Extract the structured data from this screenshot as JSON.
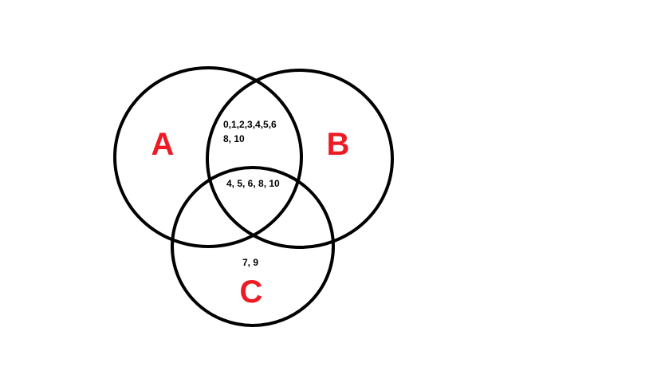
{
  "colors": {
    "outline": "#000000",
    "set_label": "#ed1c24",
    "region_text": "#000000",
    "background": "#ffffff"
  },
  "sets": [
    {
      "label": "A"
    },
    {
      "label": "B"
    },
    {
      "label": "C"
    }
  ],
  "regions": {
    "a_and_b": {
      "line_1": "0,1,2,3,4,5,6",
      "line_2": "8, 10"
    },
    "a_b_c": "4, 5, 6, 8, 10",
    "c_only": "7, 9"
  }
}
